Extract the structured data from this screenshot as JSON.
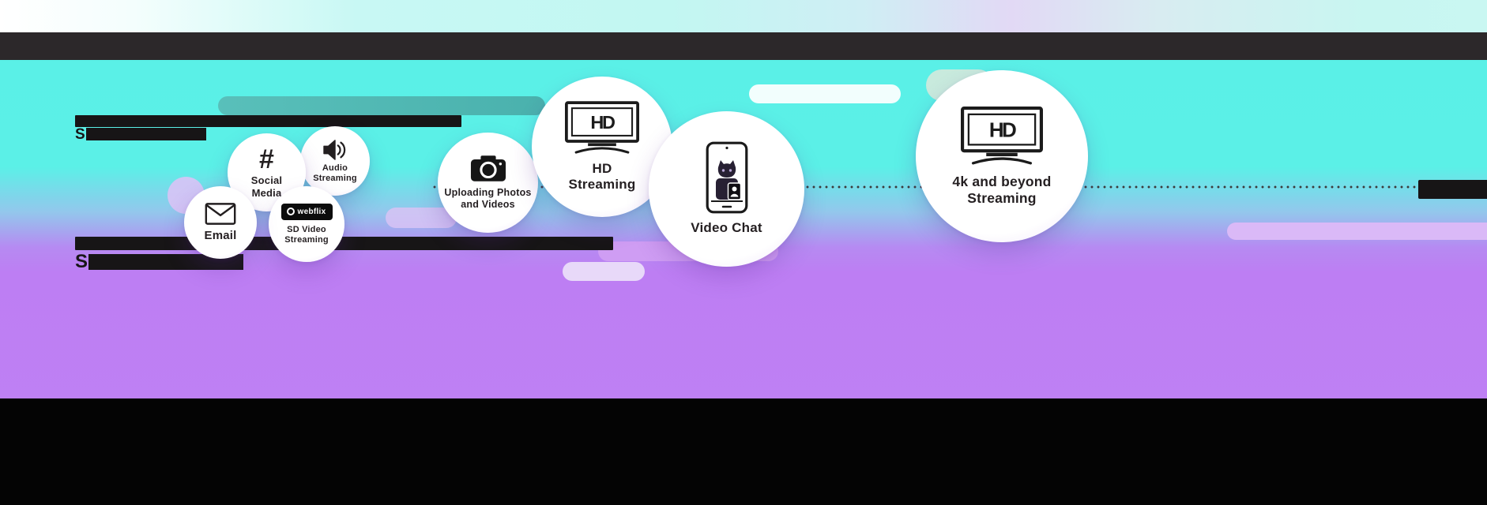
{
  "infographic": {
    "type": "broadband-usage-bubbles"
  },
  "header": {
    "band_text": ""
  },
  "speed_tiers": [
    {
      "line2_prefix": "S"
    },
    {
      "line2_prefix": "S"
    }
  ],
  "bubbles": [
    {
      "label": "Email",
      "icon": "envelope-icon"
    },
    {
      "label": "Social Media",
      "icon": "hashtag-icon",
      "icon_glyph": "#"
    },
    {
      "label": "Audio Streaming",
      "icon": "speaker-icon"
    },
    {
      "label": "SD Video Streaming",
      "icon": "webflix-logo",
      "logo_text": "webflix"
    },
    {
      "label": "Uploading Photos and Videos",
      "icon": "camera-icon"
    },
    {
      "label": "HD Streaming",
      "icon": "hd-tv-icon",
      "icon_text": "HD"
    },
    {
      "label": "Video Chat",
      "icon": "video-chat-phone-icon"
    },
    {
      "label": "4k and beyond Streaming",
      "icon": "hd-tv-icon",
      "icon_text": "HD"
    }
  ],
  "colors": {
    "cyan_background": "#5af0e7",
    "purple_background": "#bd7ef3",
    "header_band": "#2c282a",
    "footer_band": "#040404",
    "redaction": "#171516",
    "bubble_text": "#231f20"
  }
}
